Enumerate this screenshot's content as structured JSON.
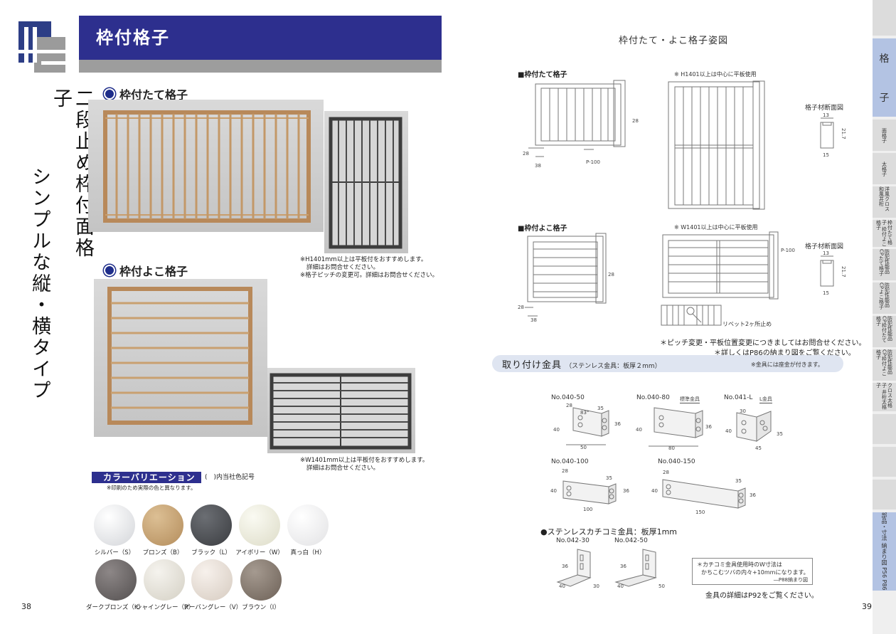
{
  "left_page": {
    "title": "枠付格子",
    "vertical_title_1": "二段止め枠付面格子",
    "vertical_title_2": "シンプルな縦・横タイプ",
    "sections": {
      "tate_heading": "枠付たて格子",
      "yoko_heading": "枠付よこ格子"
    },
    "notes_tate": [
      "※H1401mm以上は平板付をおすすめします。",
      "詳細はお問合せください。",
      "※格子ピッチの変更可。詳細はお問合せください。"
    ],
    "notes_yoko": [
      "※W1401mm以上は平板付をおすすめします。",
      "詳細はお問合せください。"
    ],
    "color_variation": {
      "heading": "カラーバリエーション",
      "legend": "(　)内当社色記号",
      "print_note": "※印刷のため実際の色と異なります。",
      "swatches": [
        {
          "label": "シルバー（S）",
          "color": "#e8e9eb"
        },
        {
          "label": "ブロンズ（B）",
          "color": "#c9a77a"
        },
        {
          "label": "ブラック（L）",
          "color": "#4c4e52"
        },
        {
          "label": "アイボリー（W）",
          "color": "#ecebdd"
        },
        {
          "label": "真っ白（H）",
          "color": "#f4f4f4"
        },
        {
          "label": "ダークブロンズ（K）",
          "color": "#6a6565"
        },
        {
          "label": "シャイングレー（R）",
          "color": "#e6e3da"
        },
        {
          "label": "アーバングレー（V）",
          "color": "#ece4dc"
        },
        {
          "label": "ブラウン（I）",
          "color": "#83766c"
        }
      ]
    },
    "page_number": "38"
  },
  "right_page": {
    "title": "枠付たて・よこ格子姿図",
    "tate_label": "■枠付たて格子",
    "tate_note": "※ H1401以上は中心に平板使用",
    "yoko_label": "■枠付よこ格子",
    "yoko_note": "※ W1401以上は中心に平板使用",
    "section_label": "格子材断面図",
    "dims": {
      "d28": "28",
      "d38": "38",
      "pitch": "P-100",
      "d13": "13",
      "d15": "15",
      "d217": "21.7"
    },
    "rivet": "リベット2ヶ所止め",
    "notes": [
      "＊ピッチ変更・平板位置変更につきましてはお問合せください。",
      "＊詳しくはP86の納まり図をご覧ください。"
    ],
    "hardware": {
      "heading": "取り付け金具",
      "spec": "（ステンレス金具：板厚２mm）",
      "note": "※金具には座金が付きます。",
      "items": [
        {
          "code": "No.040-50",
          "tag": "",
          "w": "50"
        },
        {
          "code": "No.040-80",
          "tag": "標準金具",
          "w": "80"
        },
        {
          "code": "No.041-L",
          "tag": "L金具",
          "w": "45"
        },
        {
          "code": "No.040-100",
          "tag": "",
          "w": "100"
        },
        {
          "code": "No.040-150",
          "tag": "",
          "w": "150"
        }
      ],
      "common_dims": {
        "a": "28",
        "b": "35",
        "c": "36",
        "d": "40",
        "deg": "83°",
        "e": "30"
      }
    },
    "kachikomi": {
      "heading": "●ステンレスカチコミ金具：板厚1mm",
      "items": [
        {
          "code": "No.042-30",
          "w": "30"
        },
        {
          "code": "No.042-50",
          "w": "50"
        }
      ],
      "dims": {
        "a": "36",
        "b": "40"
      },
      "box_note": [
        "＊カチコミ金具使用時のW寸法は",
        "かちこむツバの内々+10mmになります。",
        "―P88納まり図"
      ],
      "detail": "金具の詳細はP92をご覧ください。"
    },
    "page_number": "39"
  },
  "side_index": {
    "top": "格",
    "top2": "子",
    "items": [
      "面格子",
      "太格子",
      "洋風クロス 和風井桁",
      "枠付たて格子 枠付よこ格子",
      "防犯性能品 CPたて格子",
      "防犯性能品 CPよこ格子",
      "防犯性能品 CP枠付たて格子",
      "防犯性能品 CP枠付よこ格子",
      "クロス太格子 井桁太格子"
    ],
    "bottom": "部品・寸法 納まり図 P56 P86"
  },
  "colors": {
    "navy": "#2d2f8e",
    "gray": "#9d9d9d",
    "index_active": "#b3c3e3"
  }
}
